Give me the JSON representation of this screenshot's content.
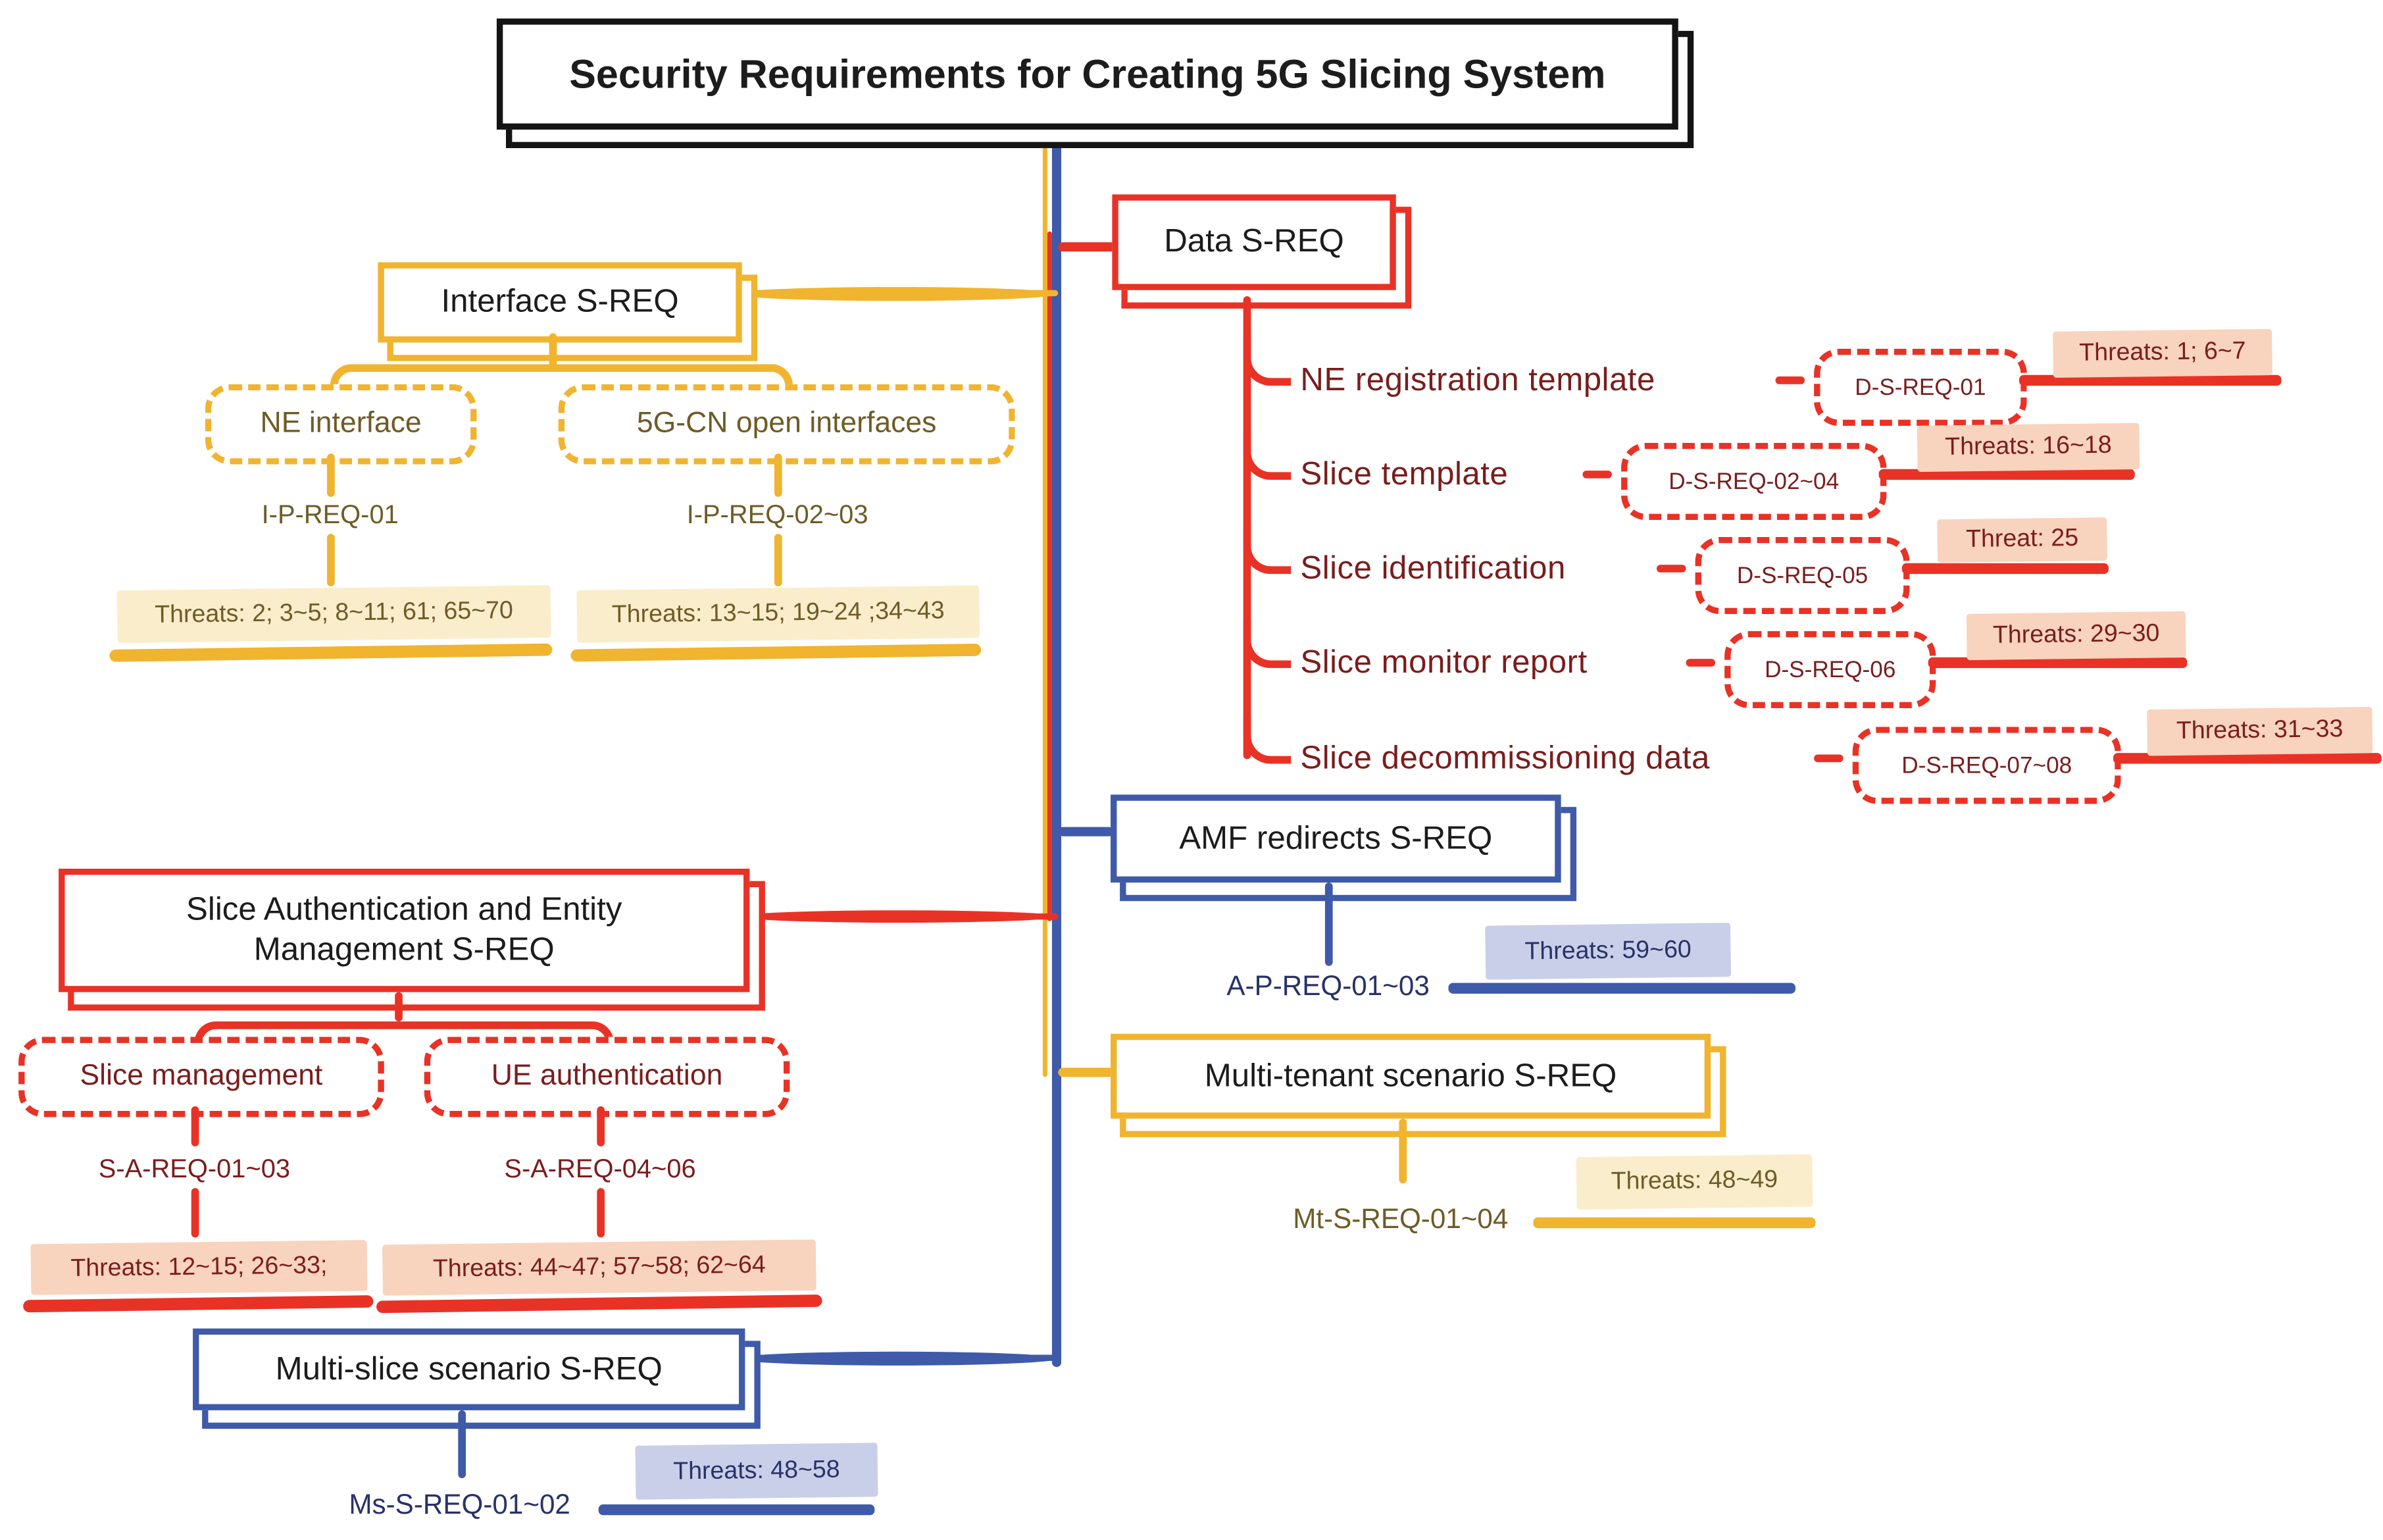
{
  "title": "Security Requirements for Creating 5G Slicing System",
  "colors": {
    "yellow_branch": "#F0B42F",
    "red_branch": "#E93226",
    "blue_branch": "#3F5AA9",
    "dark_red_text": "#7A1D1D",
    "olive_text": "#6E5B26",
    "navy_text": "#283268",
    "cream_highlight": "#FAEDCB",
    "salmon_highlight": "#F8D3BE",
    "lavender_highlight": "#CACFE9"
  },
  "interface": {
    "label": "Interface S-REQ",
    "children": [
      {
        "label": "NE interface",
        "req": "I-P-REQ-01",
        "threats": "Threats: 2; 3~5; 8~11; 61; 65~70"
      },
      {
        "label": "5G-CN open interfaces",
        "req": "I-P-REQ-02~03",
        "threats": "Threats: 13~15; 19~24 ;34~43"
      }
    ]
  },
  "data_branch": {
    "label": "Data S-REQ",
    "rows": [
      {
        "label": "NE registration template",
        "req": "D-S-REQ-01",
        "threats": "Threats: 1; 6~7"
      },
      {
        "label": "Slice template",
        "req": "D-S-REQ-02~04",
        "threats": "Threats: 16~18"
      },
      {
        "label": "Slice identification",
        "req": "D-S-REQ-05",
        "threats": "Threat: 25"
      },
      {
        "label": "Slice monitor report",
        "req": "D-S-REQ-06",
        "threats": "Threats: 29~30"
      },
      {
        "label": "Slice decommissioning data",
        "req": "D-S-REQ-07~08",
        "threats": "Threats: 31~33"
      }
    ]
  },
  "slice_auth": {
    "label": "Slice Authentication and Entity Management S-REQ",
    "children": [
      {
        "label": "Slice management",
        "req": "S-A-REQ-01~03",
        "threats": "Threats: 12~15; 26~33;"
      },
      {
        "label": "UE authentication",
        "req": "S-A-REQ-04~06",
        "threats": "Threats: 44~47; 57~58; 62~64"
      }
    ]
  },
  "amf": {
    "label": "AMF redirects S-REQ",
    "req": "A-P-REQ-01~03",
    "threats": "Threats: 59~60"
  },
  "multi_tenant": {
    "label": "Multi-tenant scenario S-REQ",
    "req": "Mt-S-REQ-01~04",
    "threats": "Threats: 48~49"
  },
  "multi_slice": {
    "label": "Multi-slice scenario S-REQ",
    "req": "Ms-S-REQ-01~02",
    "threats": "Threats: 48~58"
  }
}
